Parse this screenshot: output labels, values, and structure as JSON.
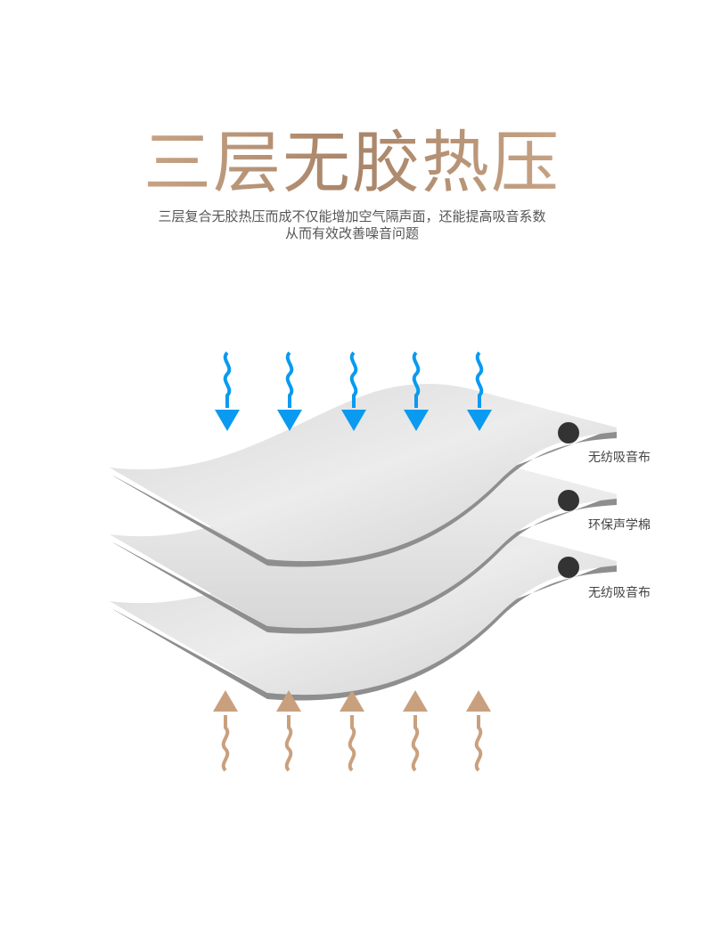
{
  "title": "三层无胶热压",
  "subtitle_line1": "三层复合无胶热压而成不仅能增加空气隔声面，还能提高吸音系数",
  "subtitle_line2": "从而有效改善噪音问题",
  "layers": [
    {
      "label": "无纺吸音布"
    },
    {
      "label": "环保声学棉"
    },
    {
      "label": "无纺吸音布"
    }
  ],
  "colors": {
    "down_arrow": "#0a9af0",
    "up_arrow": "#c9a07e",
    "title_gradient": "#b38f72"
  }
}
